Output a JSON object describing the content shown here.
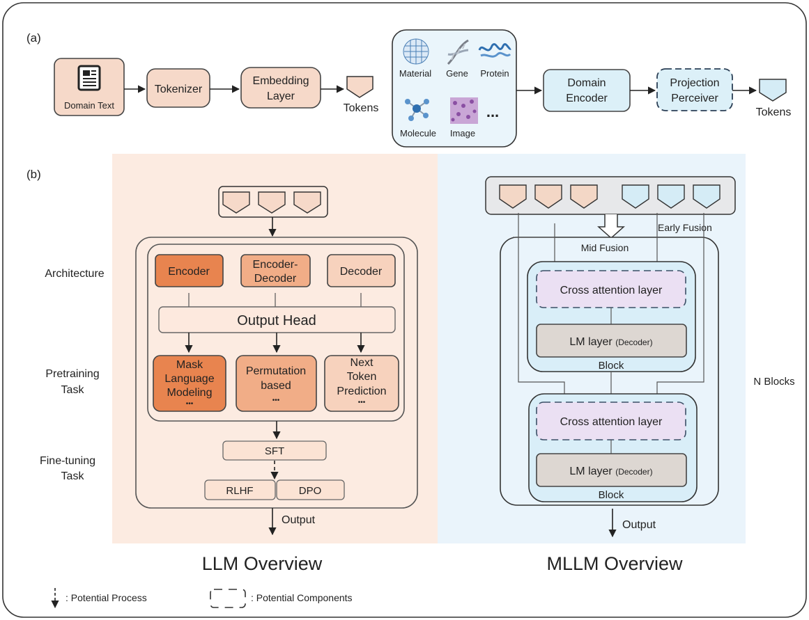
{
  "panel_a": {
    "label": "(a)",
    "domain_text": "Domain Text",
    "tokenizer": "Tokenizer",
    "embedding_line1": "Embedding",
    "embedding_line2": "Layer",
    "tokens_left": "Tokens",
    "modalities": {
      "material": "Material",
      "gene": "Gene",
      "protein": "Protein",
      "molecule": "Molecule",
      "image": "Image",
      "more": "..."
    },
    "domain_encoder_line1": "Domain",
    "domain_encoder_line2": "Encoder",
    "projection_line1": "Projection",
    "projection_line2": "Perceiver",
    "tokens_right": "Tokens"
  },
  "panel_b": {
    "label": "(b)",
    "row_labels": {
      "architecture": "Architecture",
      "pretraining_line1": "Pretraining",
      "pretraining_line2": "Task",
      "finetuning_line1": "Fine-tuning",
      "finetuning_line2": "Task"
    },
    "llm": {
      "encoder": "Encoder",
      "encdec_line1": "Encoder-",
      "encdec_line2": "Decoder",
      "decoder": "Decoder",
      "output_head": "Output Head",
      "mlm_line1": "Mask",
      "mlm_line2": "Language",
      "mlm_line3": "Modeling",
      "perm_line1": "Permutation",
      "perm_line2": "based",
      "ntp_line1": "Next",
      "ntp_line2": "Token",
      "ntp_line3": "Prediction",
      "ellipsis": "•••",
      "sft": "SFT",
      "rlhf": "RLHF",
      "dpo": "DPO",
      "output": "Output",
      "title": "LLM Overview"
    },
    "mllm": {
      "early_fusion": "Early Fusion",
      "mid_fusion": "Mid Fusion",
      "cross_attention": "Cross attention layer",
      "lm_layer": "LM layer",
      "lm_layer_note": "(Decoder)",
      "block": "Block",
      "n_blocks": "N Blocks",
      "output": "Output",
      "title": "MLLM Overview"
    }
  },
  "legend": {
    "potential_process": ": Potential Process",
    "potential_components": ": Potential Components"
  },
  "colors": {
    "llm_bg": "#fcebe1",
    "mllm_bg": "#eaf4fb",
    "token_pink": "#f6d9c9",
    "token_blue": "#d5ecf6",
    "encoder_dark": "#e8844f",
    "encdec_mid": "#f1ad87",
    "decoder_light": "#f7d2bd",
    "box_light": "#fbe3d4",
    "cross_attn": "#ebe0f3",
    "lm_layer": "#ddd7d2",
    "block_bg": "#d9eef8",
    "encoder_blue": "#dcf0f8",
    "modality_panel": "#eaf5fb"
  }
}
